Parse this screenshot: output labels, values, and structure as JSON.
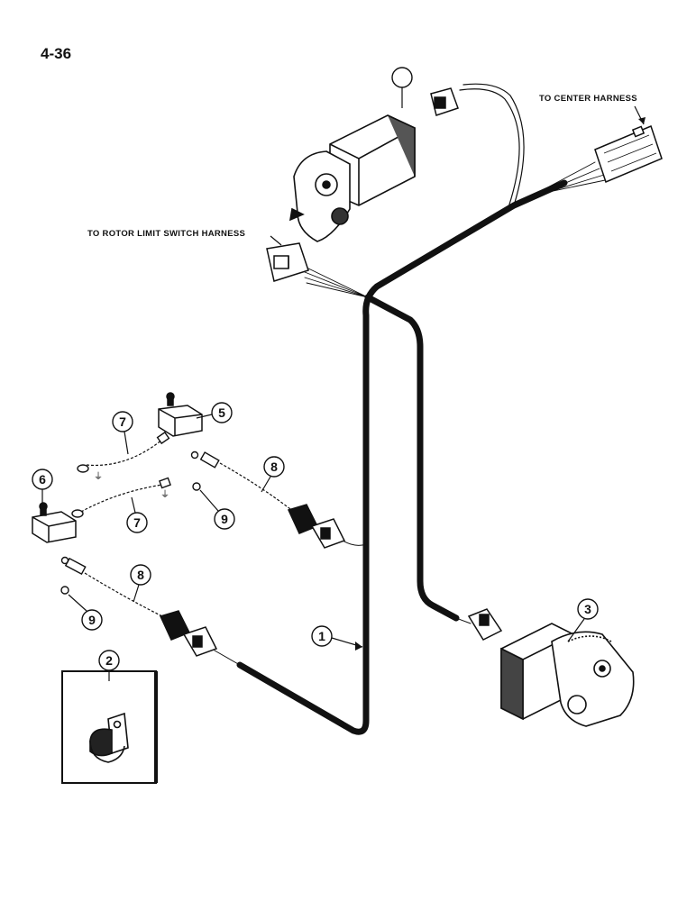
{
  "page": {
    "number": "4-36"
  },
  "labels": {
    "center_harness": "TO CENTER HARNESS",
    "rotor_limit_switch": "TO ROTOR LIMIT SWITCH HARNESS"
  },
  "callouts": [
    "1",
    "2",
    "3",
    "5",
    "6",
    "7",
    "7",
    "8",
    "8",
    "9",
    "9"
  ]
}
